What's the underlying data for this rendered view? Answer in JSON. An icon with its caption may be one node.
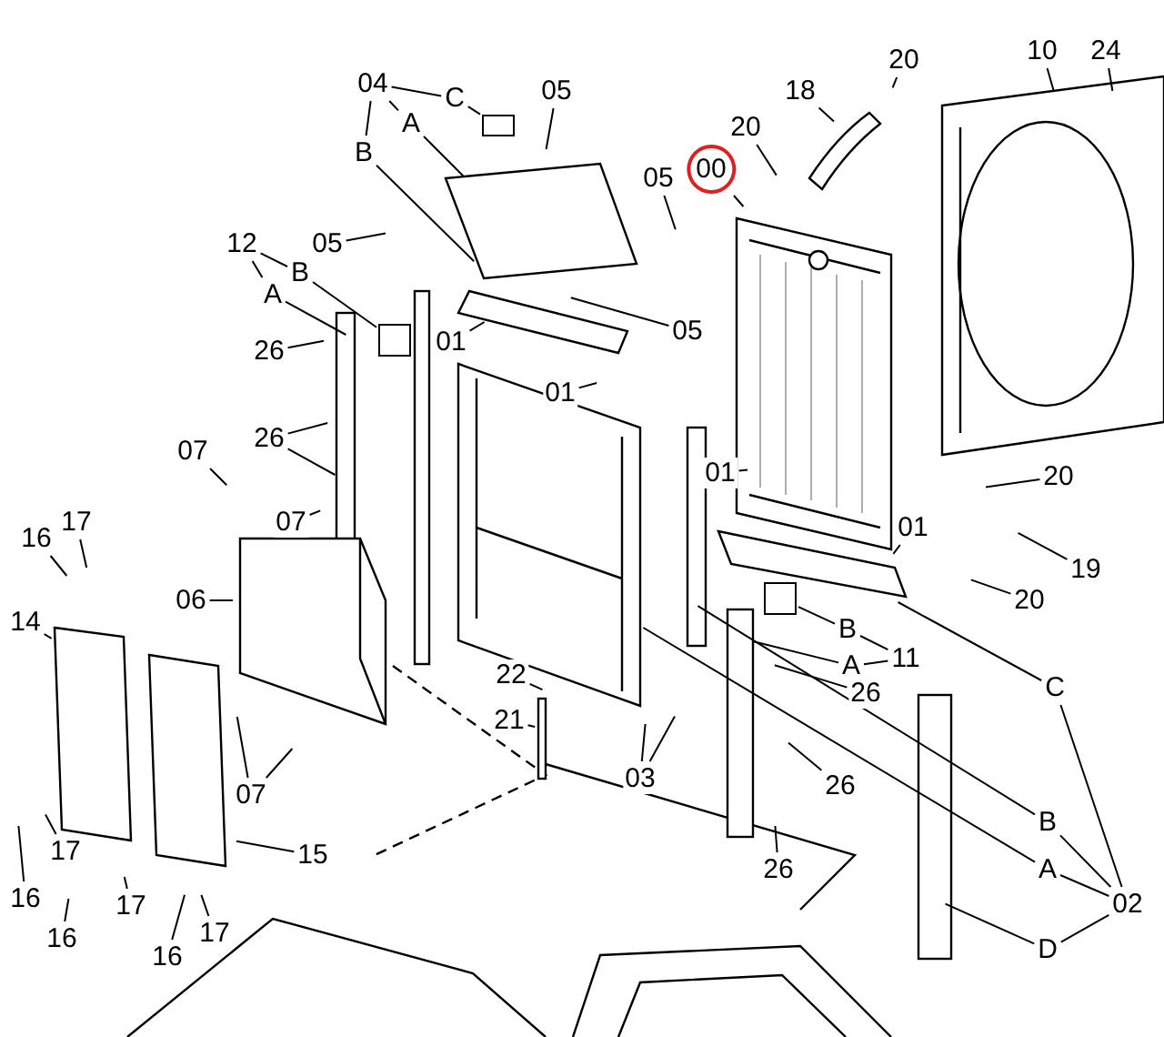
{
  "diagram": {
    "nodes": [
      {
        "text": [
          "04"
        ]
      },
      {
        "text": [
          "C"
        ]
      },
      {
        "text": [
          "05"
        ]
      },
      {
        "text": [
          "A"
        ]
      },
      {
        "text": [
          "20"
        ]
      },
      {
        "text": [
          "10"
        ]
      },
      {
        "text": [
          "24"
        ]
      },
      {
        "text": [
          "18"
        ]
      },
      {
        "text": [
          "20"
        ]
      },
      {
        "text": [
          "00"
        ]
      },
      {
        "text": [
          "05"
        ]
      },
      {
        "text": [
          "B"
        ]
      },
      {
        "text": [
          "05"
        ]
      },
      {
        "text": [
          "12"
        ]
      },
      {
        "text": [
          "B"
        ]
      },
      {
        "text": [
          "A"
        ]
      },
      {
        "text": [
          "05"
        ]
      },
      {
        "text": [
          "26"
        ]
      },
      {
        "text": [
          "01"
        ]
      },
      {
        "text": [
          "01"
        ]
      },
      {
        "text": [
          "26"
        ]
      },
      {
        "text": [
          "07"
        ]
      },
      {
        "text": [
          "01"
        ]
      },
      {
        "text": [
          "07"
        ]
      },
      {
        "text": [
          "20"
        ]
      },
      {
        "text": [
          "01"
        ]
      },
      {
        "text": [
          "16"
        ]
      },
      {
        "text": [
          "17"
        ]
      },
      {
        "text": [
          "14"
        ]
      },
      {
        "text": [
          "06"
        ]
      },
      {
        "text": [
          "19"
        ]
      },
      {
        "text": [
          "20"
        ]
      },
      {
        "text": [
          "B"
        ]
      },
      {
        "text": [
          "11"
        ]
      },
      {
        "text": [
          "A"
        ]
      },
      {
        "text": [
          "26"
        ]
      },
      {
        "text": [
          "C"
        ]
      },
      {
        "text": [
          "22"
        ]
      },
      {
        "text": [
          "21"
        ]
      },
      {
        "text": [
          "07"
        ]
      },
      {
        "text": [
          "03"
        ]
      },
      {
        "text": [
          "26"
        ]
      },
      {
        "text": [
          "15"
        ]
      },
      {
        "text": [
          "17"
        ]
      },
      {
        "text": [
          "26"
        ]
      },
      {
        "text": [
          "B"
        ]
      },
      {
        "text": [
          "A"
        ]
      },
      {
        "text": [
          "02"
        ]
      },
      {
        "text": [
          "16"
        ]
      },
      {
        "text": [
          "17"
        ]
      },
      {
        "text": [
          "16"
        ]
      },
      {
        "text": [
          "16"
        ]
      },
      {
        "text": [
          "17"
        ]
      },
      {
        "text": [
          "D"
        ]
      },
      {
        "text": [],
        "shape": "box"
      },
      {
        "text": [],
        "shape": "box"
      },
      {
        "text": [],
        "shape": "box"
      }
    ],
    "edges": [
      {
        "from": 0,
        "to": 1,
        "arrow": "none"
      },
      {
        "from": 0,
        "to": 3,
        "arrow": "none"
      },
      {
        "from": 0,
        "to": 11,
        "arrow": "none"
      },
      {
        "from": 13,
        "to": 14,
        "arrow": "none"
      },
      {
        "from": 13,
        "to": 15,
        "arrow": "none"
      },
      {
        "from": 33,
        "to": 32,
        "arrow": "none"
      },
      {
        "from": 33,
        "to": 34,
        "arrow": "none"
      },
      {
        "from": 47,
        "to": 36,
        "arrow": "none"
      },
      {
        "from": 47,
        "to": 45,
        "arrow": "none"
      },
      {
        "from": 47,
        "to": 46,
        "arrow": "none"
      },
      {
        "from": 47,
        "to": 53,
        "arrow": "none"
      },
      {
        "from": 1,
        "to": 54,
        "arrow": "none"
      },
      {
        "from": 2,
        "to": null,
        "arrow": "none"
      },
      {
        "from": 3,
        "to": null,
        "arrow": "none"
      },
      {
        "from": 4,
        "to": null,
        "arrow": "none"
      },
      {
        "from": 5,
        "to": null,
        "arrow": "none"
      },
      {
        "from": 6,
        "to": null,
        "arrow": "none"
      },
      {
        "from": 7,
        "to": null,
        "arrow": "none"
      },
      {
        "from": 8,
        "to": null,
        "arrow": "none"
      },
      {
        "from": 9,
        "to": null,
        "arrow": "none"
      },
      {
        "from": 10,
        "to": null,
        "arrow": "none"
      },
      {
        "from": 11,
        "to": null,
        "arrow": "none"
      },
      {
        "from": 12,
        "to": null,
        "arrow": "none"
      },
      {
        "from": 14,
        "to": 55,
        "arrow": "none"
      },
      {
        "from": 15,
        "to": null,
        "arrow": "none"
      },
      {
        "from": 16,
        "to": null,
        "arrow": "none"
      },
      {
        "from": 17,
        "to": null,
        "arrow": "none"
      },
      {
        "from": 18,
        "to": null,
        "arrow": "none"
      },
      {
        "from": 19,
        "to": null,
        "arrow": "none"
      },
      {
        "from": 20,
        "to": null,
        "arrow": "none"
      },
      {
        "from": 20,
        "to": null,
        "arrow": "none"
      },
      {
        "from": 21,
        "to": null,
        "arrow": "none"
      },
      {
        "from": 22,
        "to": null,
        "arrow": "none"
      },
      {
        "from": 23,
        "to": null,
        "arrow": "none"
      },
      {
        "from": 24,
        "to": null,
        "arrow": "none"
      },
      {
        "from": 25,
        "to": null,
        "arrow": "none"
      },
      {
        "from": 26,
        "to": null,
        "arrow": "none"
      },
      {
        "from": 27,
        "to": null,
        "arrow": "none"
      },
      {
        "from": 28,
        "to": null,
        "arrow": "none"
      },
      {
        "from": 29,
        "to": null,
        "arrow": "none"
      },
      {
        "from": 30,
        "to": null,
        "arrow": "none"
      },
      {
        "from": 31,
        "to": null,
        "arrow": "none"
      },
      {
        "from": 32,
        "to": 56,
        "arrow": "none"
      },
      {
        "from": 34,
        "to": null,
        "arrow": "none"
      },
      {
        "from": 35,
        "to": null,
        "arrow": "none"
      },
      {
        "from": 36,
        "to": null,
        "arrow": "none"
      },
      {
        "from": 37,
        "to": null,
        "arrow": "none"
      },
      {
        "from": 38,
        "to": null,
        "arrow": "none"
      },
      {
        "from": 39,
        "to": null,
        "arrow": "none"
      },
      {
        "from": 39,
        "to": null,
        "arrow": "none"
      },
      {
        "from": 40,
        "to": null,
        "arrow": "none"
      },
      {
        "from": 40,
        "to": null,
        "arrow": "none"
      },
      {
        "from": 41,
        "to": null,
        "arrow": "none"
      },
      {
        "from": 42,
        "to": null,
        "arrow": "none"
      },
      {
        "from": 43,
        "to": null,
        "arrow": "none"
      },
      {
        "from": 44,
        "to": null,
        "arrow": "none"
      },
      {
        "from": 45,
        "to": null,
        "arrow": "none"
      },
      {
        "from": 46,
        "to": null,
        "arrow": "none"
      },
      {
        "from": 48,
        "to": null,
        "arrow": "none"
      },
      {
        "from": 49,
        "to": null,
        "arrow": "none"
      },
      {
        "from": 50,
        "to": null,
        "arrow": "none"
      },
      {
        "from": 51,
        "to": null,
        "arrow": "none"
      },
      {
        "from": 52,
        "to": null,
        "arrow": "none"
      },
      {
        "from": 53,
        "to": null,
        "arrow": "none"
      }
    ]
  }
}
